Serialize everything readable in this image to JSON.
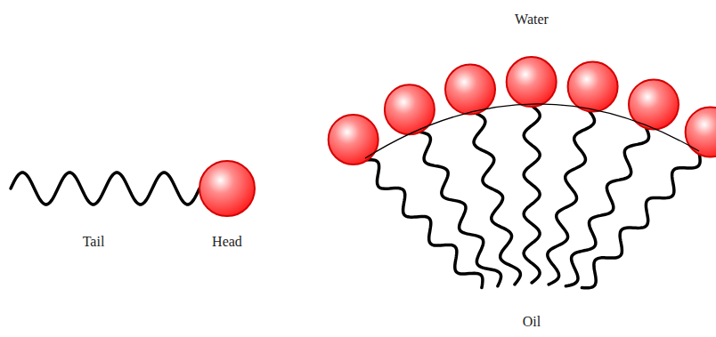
{
  "diagram": {
    "labels": [
      "Tail",
      "Head",
      "Water",
      "Oil"
    ]
  }
}
